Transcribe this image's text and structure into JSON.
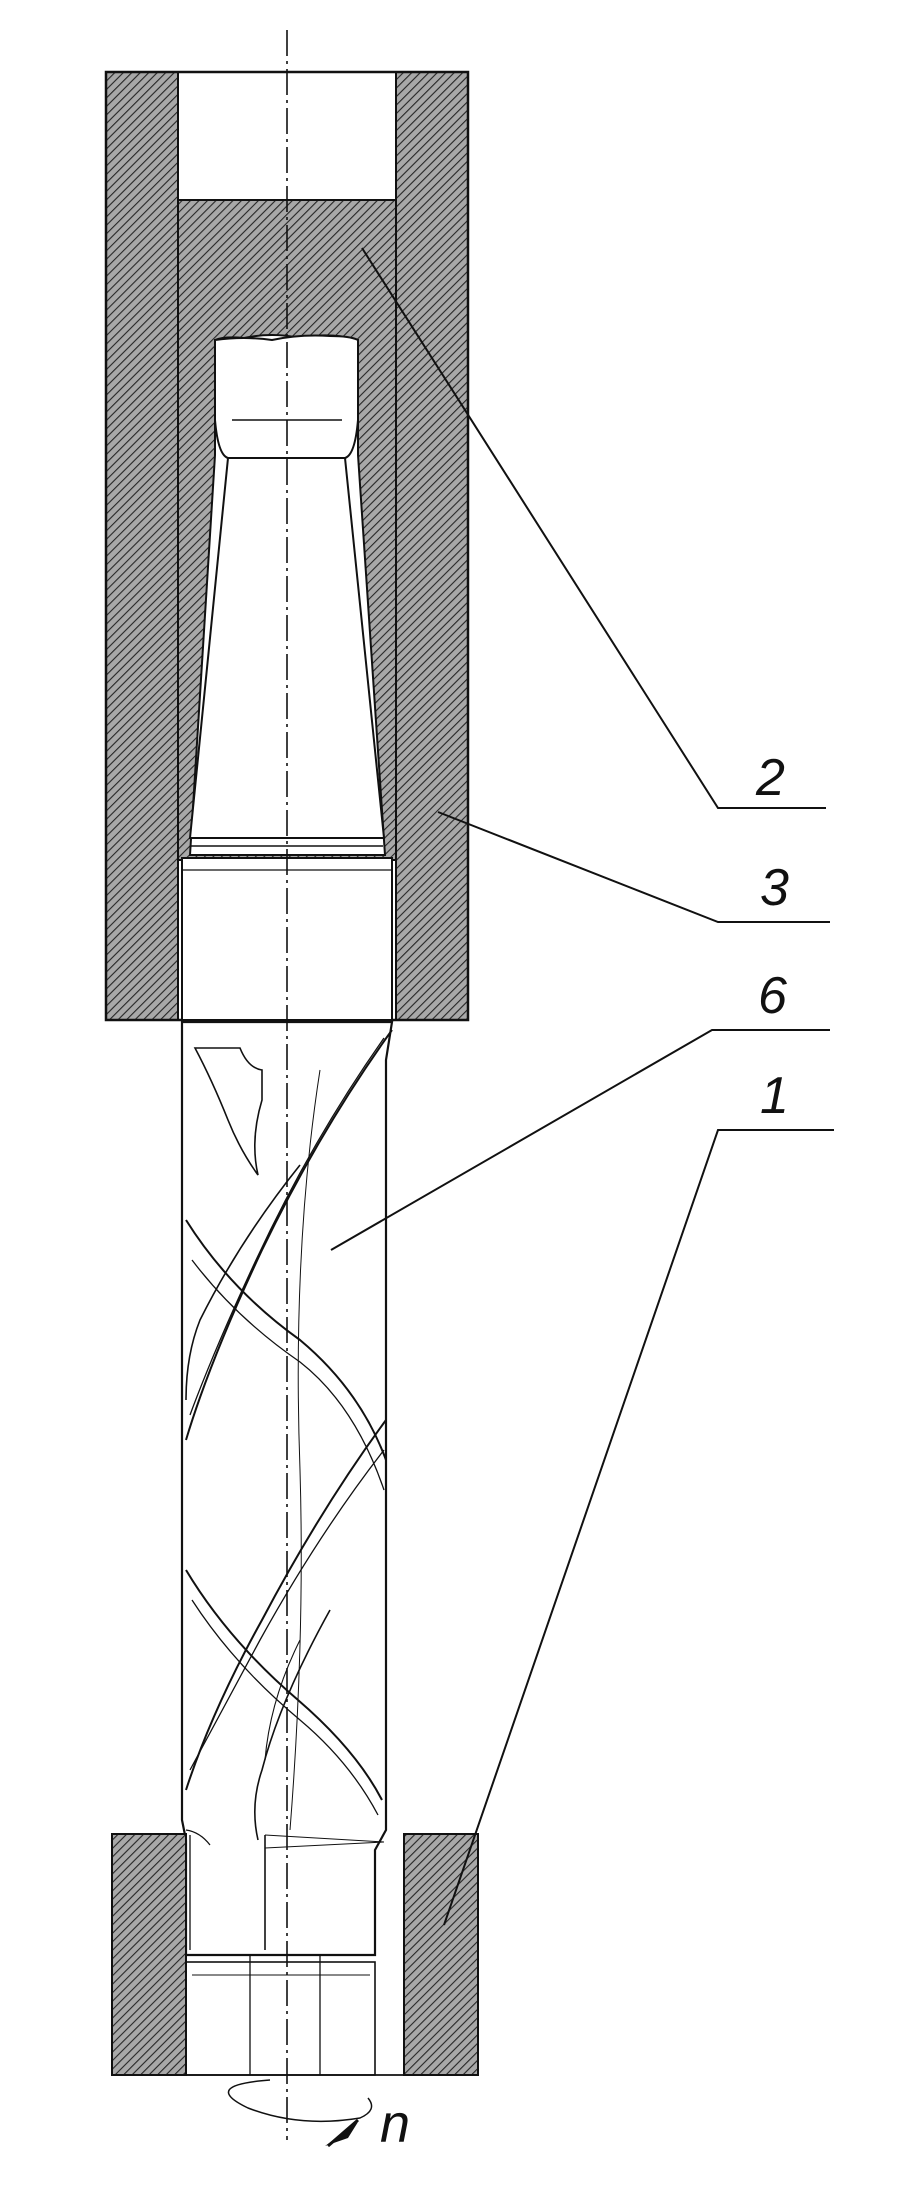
{
  "diagram": {
    "reference_labels": {
      "label_2": "2",
      "label_3": "3",
      "label_6": "6",
      "label_1": "1"
    },
    "rotation_label": "n",
    "colors": {
      "line": "#111111",
      "hatch": "#2a2a2a",
      "hatch_bg": "#9a9a9a",
      "background": "#ffffff"
    }
  }
}
